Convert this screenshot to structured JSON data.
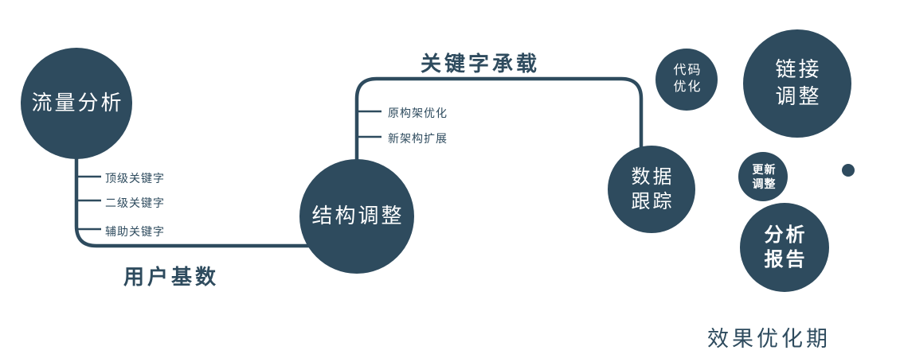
{
  "diagram": {
    "nodes": {
      "traffic_analysis": {
        "label": "流量分析"
      },
      "structure_adjust": {
        "label": "结构调整"
      },
      "data_tracking": {
        "line1": "数据",
        "line2": "跟踪"
      },
      "code_optimization": {
        "line1": "代码",
        "line2": "优化"
      },
      "link_adjustment": {
        "line1": "链接",
        "line2": "调整"
      },
      "update_adjustment": {
        "line1": "更新",
        "line2": "调整"
      },
      "analysis_report": {
        "line1": "分析",
        "line2": "报告"
      }
    },
    "edge_labels": {
      "user_base": "用户基数",
      "keyword_carrying": "关键字承载"
    },
    "traffic_branches": [
      "顶级关键字",
      "二级关键字",
      "辅助关键字"
    ],
    "structure_branches": [
      "原构架优化",
      "新架构扩展"
    ],
    "caption": "效果优化期",
    "colors": {
      "primary": "#2e4b5e",
      "text_on_node": "#ffffff"
    }
  }
}
